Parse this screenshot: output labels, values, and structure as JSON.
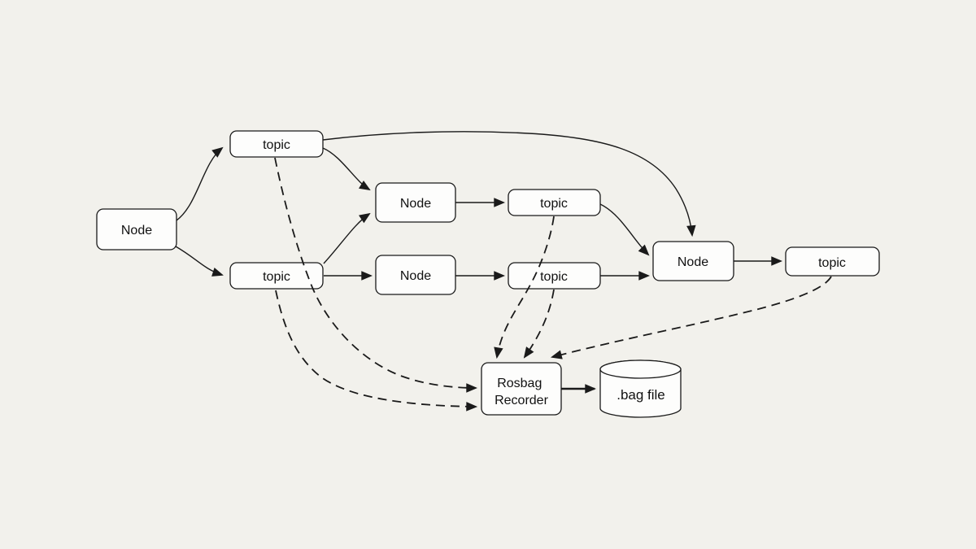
{
  "diagram": {
    "description": "ROS rosbag recording data-flow diagram",
    "colors": {
      "background": "#f2f1ec",
      "shape_fill": "#fdfdfc",
      "stroke": "#1a1a1a",
      "text": "#111111"
    },
    "nodes": [
      {
        "id": "node-1",
        "label": "Node",
        "shape": "rounded-rect"
      },
      {
        "id": "topic-1",
        "label": "topic",
        "shape": "rounded-rect"
      },
      {
        "id": "topic-2",
        "label": "topic",
        "shape": "rounded-rect"
      },
      {
        "id": "node-2",
        "label": "Node",
        "shape": "rounded-rect"
      },
      {
        "id": "node-3",
        "label": "Node",
        "shape": "rounded-rect"
      },
      {
        "id": "topic-3",
        "label": "topic",
        "shape": "rounded-rect"
      },
      {
        "id": "topic-4",
        "label": "topic",
        "shape": "rounded-rect"
      },
      {
        "id": "node-4",
        "label": "Node",
        "shape": "rounded-rect"
      },
      {
        "id": "topic-5",
        "label": "topic",
        "shape": "rounded-rect"
      },
      {
        "id": "rosbag-recorder",
        "label": "Rosbag Recorder",
        "label_lines": [
          "Rosbag",
          "Recorder"
        ],
        "shape": "rounded-rect"
      },
      {
        "id": "bag-file",
        "label": ".bag file",
        "shape": "cylinder"
      }
    ],
    "edges": [
      {
        "from": "node-1",
        "to": "topic-1",
        "style": "solid"
      },
      {
        "from": "node-1",
        "to": "topic-2",
        "style": "solid"
      },
      {
        "from": "topic-1",
        "to": "node-2",
        "style": "solid"
      },
      {
        "from": "topic-1",
        "to": "node-4",
        "style": "solid"
      },
      {
        "from": "topic-2",
        "to": "node-2",
        "style": "solid"
      },
      {
        "from": "topic-2",
        "to": "node-3",
        "style": "solid"
      },
      {
        "from": "node-2",
        "to": "topic-3",
        "style": "solid"
      },
      {
        "from": "node-3",
        "to": "topic-4",
        "style": "solid"
      },
      {
        "from": "topic-3",
        "to": "node-4",
        "style": "solid"
      },
      {
        "from": "topic-4",
        "to": "node-4",
        "style": "solid"
      },
      {
        "from": "node-4",
        "to": "topic-5",
        "style": "solid"
      },
      {
        "from": "rosbag-recorder",
        "to": "bag-file",
        "style": "solid-bold"
      },
      {
        "from": "topic-1",
        "to": "rosbag-recorder",
        "style": "dashed"
      },
      {
        "from": "topic-2",
        "to": "rosbag-recorder",
        "style": "dashed"
      },
      {
        "from": "topic-3",
        "to": "rosbag-recorder",
        "style": "dashed"
      },
      {
        "from": "topic-4",
        "to": "rosbag-recorder",
        "style": "dashed"
      },
      {
        "from": "topic-5",
        "to": "rosbag-recorder",
        "style": "dashed"
      }
    ]
  }
}
